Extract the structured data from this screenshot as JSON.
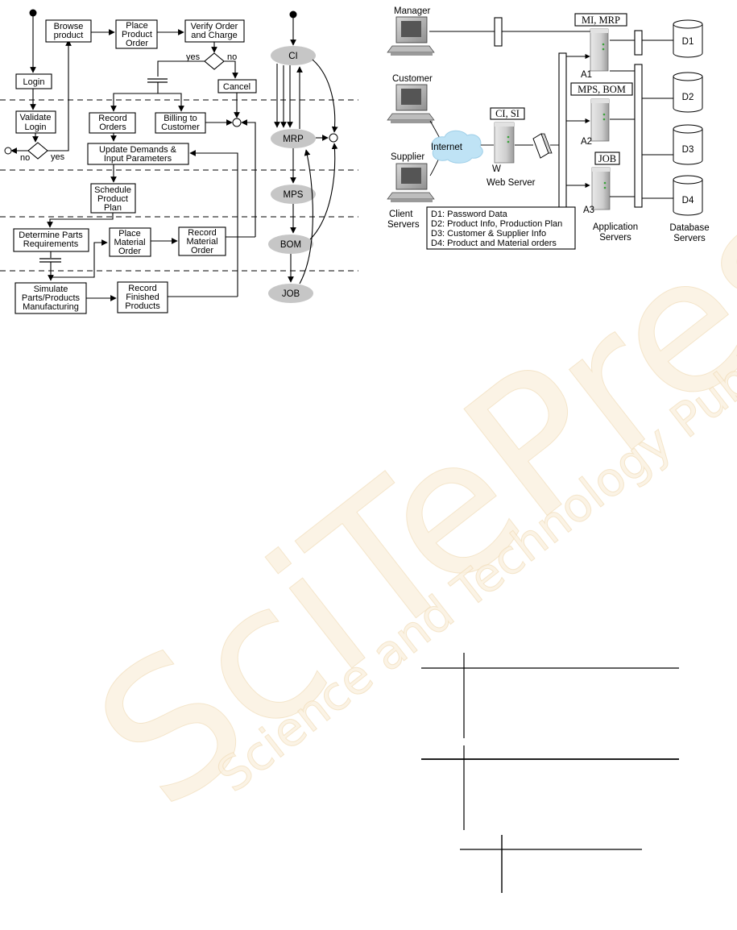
{
  "watermark": {
    "big": "SciTePress",
    "sub": "Science and Technology Publications"
  },
  "activity_diagram": {
    "nodes": {
      "browse": [
        "Browse",
        "product"
      ],
      "place_order": [
        "Place",
        "Product",
        "Order"
      ],
      "verify": [
        "Verify Order",
        "and Charge"
      ],
      "login": "Login",
      "validate": [
        "Validate",
        "Login"
      ],
      "cancel": "Cancel",
      "record_orders": [
        "Record",
        "Orders"
      ],
      "billing": [
        "Billing to",
        "Customer"
      ],
      "update": [
        "Update Demands &",
        "Input Parameters"
      ],
      "schedule": [
        "Schedule",
        "Product",
        "Plan"
      ],
      "determine": [
        "Determine Parts",
        "Requirements"
      ],
      "place_material": [
        "Place",
        "Material",
        "Order"
      ],
      "record_material": [
        "Record",
        "Material",
        "Order"
      ],
      "simulate": [
        "Simulate",
        "Parts/Products",
        "Manufacturing"
      ],
      "record_finished": [
        "Record",
        "Finished",
        "Products"
      ]
    },
    "guards": {
      "yes_top": "yes",
      "no_top": "no",
      "no_left": "no",
      "yes_left": "yes"
    }
  },
  "module_flow": {
    "modules": [
      "CI",
      "MRP",
      "MPS",
      "BOM",
      "JOB"
    ]
  },
  "architecture": {
    "clients": {
      "manager": "Manager",
      "customer": "Customer",
      "supplier": "Supplier",
      "group": [
        "Client",
        "Servers"
      ]
    },
    "internet": "Internet",
    "web_server": {
      "label": "CI, SI",
      "node": "W",
      "caption": "Web Server"
    },
    "app_servers": [
      {
        "label": "MI, MRP",
        "node": "A1"
      },
      {
        "label": "MPS, BOM",
        "node": "A2"
      },
      {
        "label": "JOB",
        "node": "A3"
      }
    ],
    "app_caption": [
      "Application",
      "Servers"
    ],
    "databases": [
      "D1",
      "D2",
      "D3",
      "D4"
    ],
    "db_caption": [
      "Database",
      "Servers"
    ],
    "legend": [
      "D1: Password Data",
      "D2: Product Info, Production Plan",
      "D3: Customer & Supplier Info",
      "D4: Product and Material orders"
    ]
  }
}
